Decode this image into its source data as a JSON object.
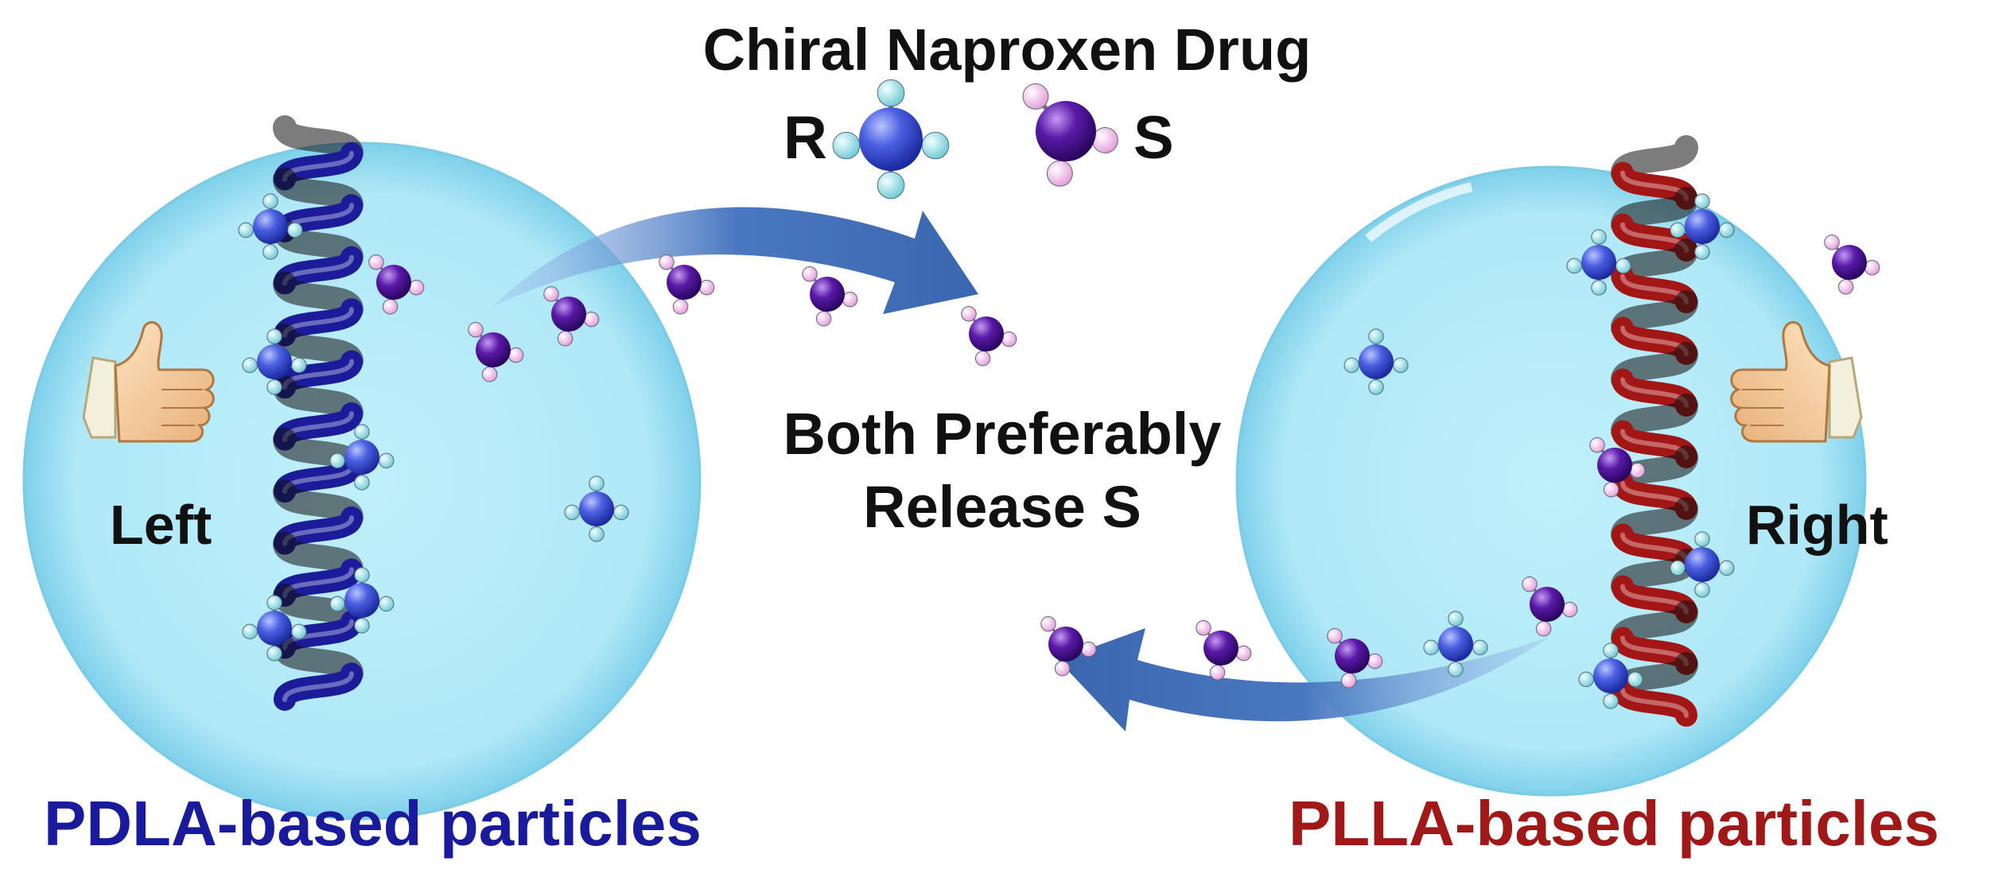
{
  "title": "Chiral Naproxen Drug",
  "enantiomers": {
    "r": "R",
    "s": "S"
  },
  "center_text": "Both Preferably Release S",
  "left_particle": {
    "label": "Left",
    "caption": "PDLA-based particles",
    "caption_color": "#1a1a9c",
    "helix_color": "#1c1c9a"
  },
  "right_particle": {
    "label": "Right",
    "caption": "PLLA-based particles",
    "caption_color": "#a01818",
    "helix_color": "#a31616"
  },
  "colors": {
    "sphere_fill": "#b8ecf8",
    "sphere_edge": "#6ec8e4",
    "arrow": "#4a78c0",
    "molecule_r": "#4a5fe0",
    "molecule_s": "#5a1aa8",
    "atom_r": "#8ee0e8",
    "atom_s": "#f0b8e8"
  },
  "icons": [
    "thumbs-up-icon",
    "helix-icon",
    "molecule-r-icon",
    "molecule-s-icon",
    "arrow-icon"
  ]
}
